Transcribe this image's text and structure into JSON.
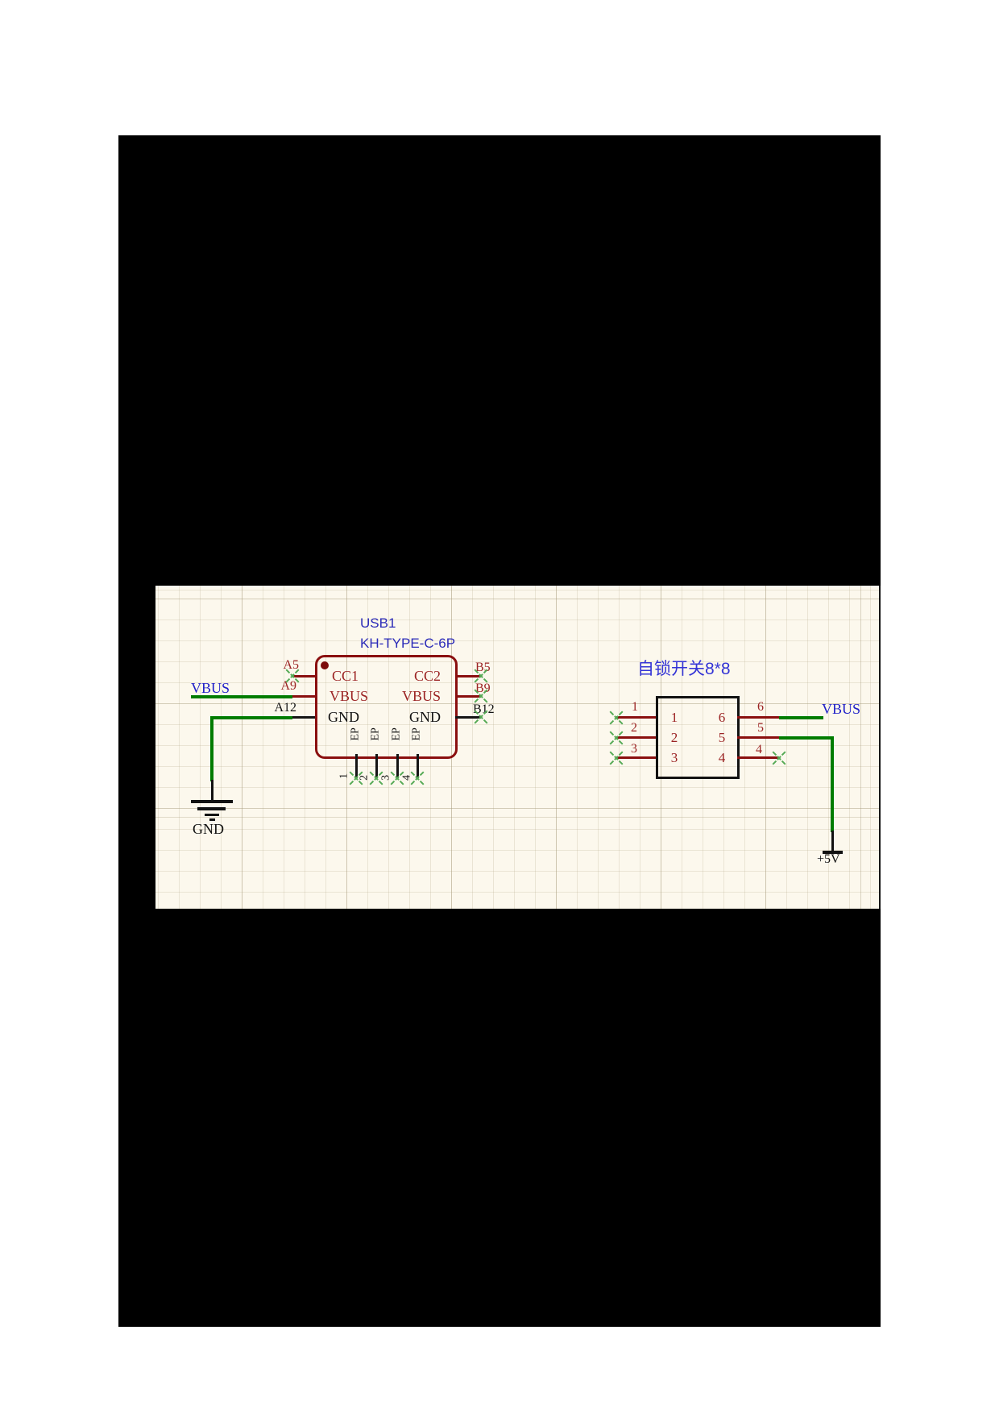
{
  "colors": {
    "page_bg": "#ffffff",
    "black_region": "#000000",
    "sheet_bg": "#fcf8ed",
    "component_outline_maroon": "#8a0f0f",
    "pin_text_maroon": "#9b2323",
    "blue_designator": "#2b2bb8",
    "blue_net_label": "#2020c8",
    "blue_title": "#3434d6",
    "wire_green": "#007c00",
    "noerc_green": "#55aa55",
    "black_line": "#121212"
  },
  "usb": {
    "ref": "USB1",
    "part": "KH-TYPE-C-6P",
    "pins_left": [
      {
        "designator": "A5",
        "name": "CC1"
      },
      {
        "designator": "A9",
        "name": "VBUS"
      },
      {
        "designator": "A12",
        "name": "GND"
      }
    ],
    "pins_right": [
      {
        "designator": "B5",
        "name": "CC2"
      },
      {
        "designator": "B9",
        "name": "VBUS"
      },
      {
        "designator": "B12",
        "name": "GND"
      }
    ],
    "ep_pins": [
      {
        "number": "1",
        "name": "EP"
      },
      {
        "number": "2",
        "name": "EP"
      },
      {
        "number": "3",
        "name": "EP"
      },
      {
        "number": "4",
        "name": "EP"
      }
    ]
  },
  "switch": {
    "title": "自锁开关8*8",
    "pins_left": [
      {
        "designator": "1",
        "inner": "1"
      },
      {
        "designator": "2",
        "inner": "2"
      },
      {
        "designator": "3",
        "inner": "3"
      }
    ],
    "pins_right": [
      {
        "designator": "6",
        "inner": "6"
      },
      {
        "designator": "5",
        "inner": "5"
      },
      {
        "designator": "4",
        "inner": "4"
      }
    ]
  },
  "nets": {
    "vbus_left": "VBUS",
    "vbus_right": "VBUS",
    "gnd": "GND",
    "plus5v": "+5V"
  }
}
